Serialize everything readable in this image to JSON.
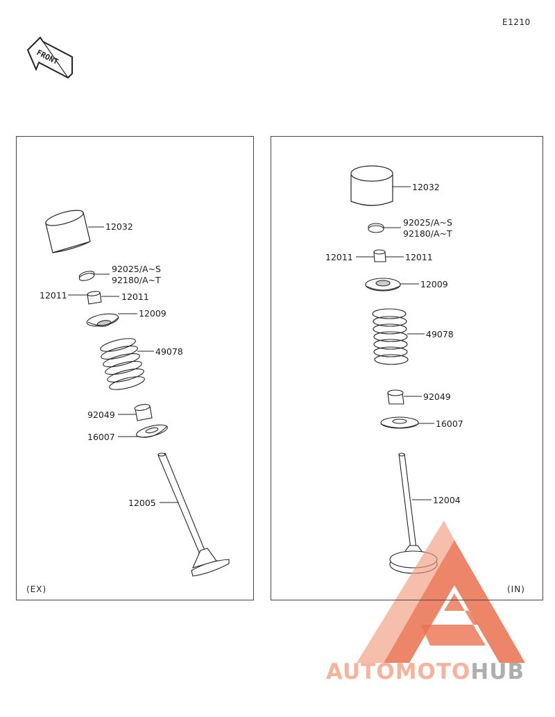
{
  "diagram_code": "E1210",
  "front_badge": "FRONT",
  "panels": {
    "exhaust": {
      "tag": "(EX)",
      "labels": {
        "tappet": "12032",
        "shim_1": "92025/A~S",
        "shim_2": "92180/A~T",
        "keeper_left": "12011",
        "keeper_right": "12011",
        "retainer": "12009",
        "spring": "49078",
        "seal": "92049",
        "seat": "16007",
        "valve": "12005"
      }
    },
    "intake": {
      "tag": "(IN)",
      "labels": {
        "tappet": "12032",
        "shim_1": "92025/A~S",
        "shim_2": "92180/A~T",
        "keeper_left": "12011",
        "keeper_right": "12011",
        "retainer": "12009",
        "spring": "49078",
        "seal": "92049",
        "seat": "16007",
        "valve": "12004"
      }
    }
  },
  "watermark": {
    "part_a": "AUTOMOTO",
    "part_b": "HUB",
    "colors": {
      "accent": "#e8613c",
      "gray": "#9a9a9a"
    }
  }
}
